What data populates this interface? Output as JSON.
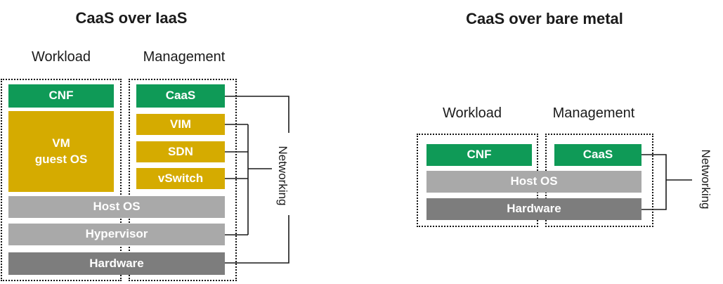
{
  "left": {
    "title": "CaaS over IaaS",
    "workload_label": "Workload",
    "management_label": "Management",
    "blocks": {
      "cnf": "CNF",
      "vm_guest_os": "VM\nguest OS",
      "caas": "CaaS",
      "vim": "VIM",
      "sdn": "SDN",
      "vswitch": "vSwitch",
      "host_os": "Host OS",
      "hypervisor": "Hypervisor",
      "hardware": "Hardware"
    },
    "networking_label": "Networking"
  },
  "right": {
    "title": "CaaS over bare metal",
    "workload_label": "Workload",
    "management_label": "Management",
    "blocks": {
      "cnf": "CNF",
      "caas": "CaaS",
      "host_os": "Host OS",
      "hardware": "Hardware"
    },
    "networking_label": "Networking"
  },
  "colors": {
    "green": "#0f9a57",
    "gold": "#d5ab00",
    "light_gray": "#a9a9a9",
    "dark_gray": "#7d7d7d",
    "line": "#1a1a1a",
    "text": "#1b1b1b"
  }
}
